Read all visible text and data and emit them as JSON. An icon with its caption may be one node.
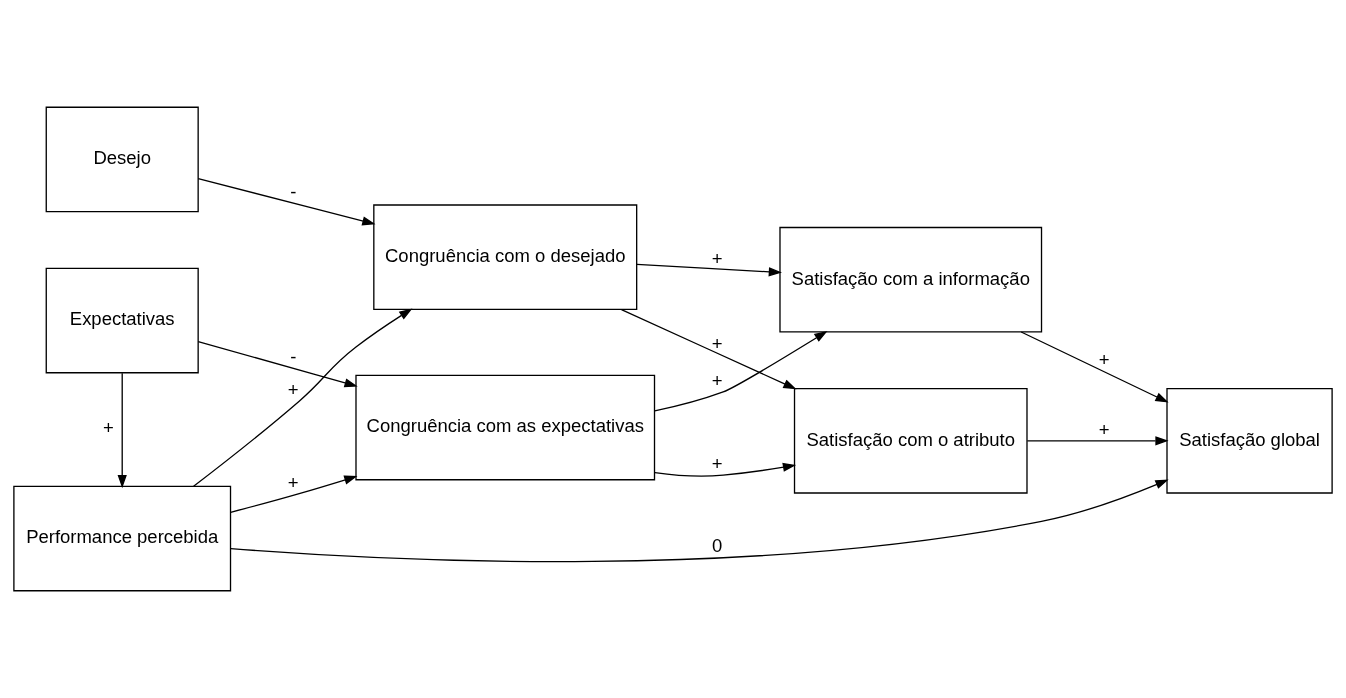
{
  "diagram": {
    "nodes": [
      {
        "text": [
          "Desejo"
        ]
      },
      {
        "text": [
          "Performance percebida"
        ]
      },
      {
        "text": [
          "Expectativas"
        ]
      },
      {
        "text": [
          "Congruência com o desejado"
        ]
      },
      {
        "text": [
          "Congruência com as expectativas"
        ]
      },
      {
        "text": [
          "Satisfação com o atributo"
        ]
      },
      {
        "text": [
          "Satisfação com a informação"
        ]
      },
      {
        "text": [
          "Satisfação global"
        ]
      }
    ],
    "edges": [
      {
        "from": 0,
        "to": 3,
        "arrow": "to",
        "label": "-"
      },
      {
        "from": 1,
        "to": 3,
        "arrow": "to",
        "label": "+"
      },
      {
        "from": 1,
        "to": 7,
        "arrow": "to",
        "label": "0"
      },
      {
        "from": 1,
        "to": 4,
        "arrow": "to",
        "label": "+"
      },
      {
        "from": 2,
        "to": 1,
        "arrow": "to",
        "label": "+"
      },
      {
        "from": 2,
        "to": 4,
        "arrow": "to",
        "label": "-"
      },
      {
        "from": 3,
        "to": 5,
        "arrow": "to",
        "label": "+"
      },
      {
        "from": 3,
        "to": 6,
        "arrow": "to",
        "label": "+"
      },
      {
        "from": 4,
        "to": 5,
        "arrow": "to",
        "label": "+"
      },
      {
        "from": 4,
        "to": 6,
        "arrow": "to",
        "label": "+"
      },
      {
        "from": 5,
        "to": 7,
        "arrow": "to",
        "label": "+"
      },
      {
        "from": 6,
        "to": 7,
        "arrow": "to",
        "label": "+"
      }
    ]
  }
}
